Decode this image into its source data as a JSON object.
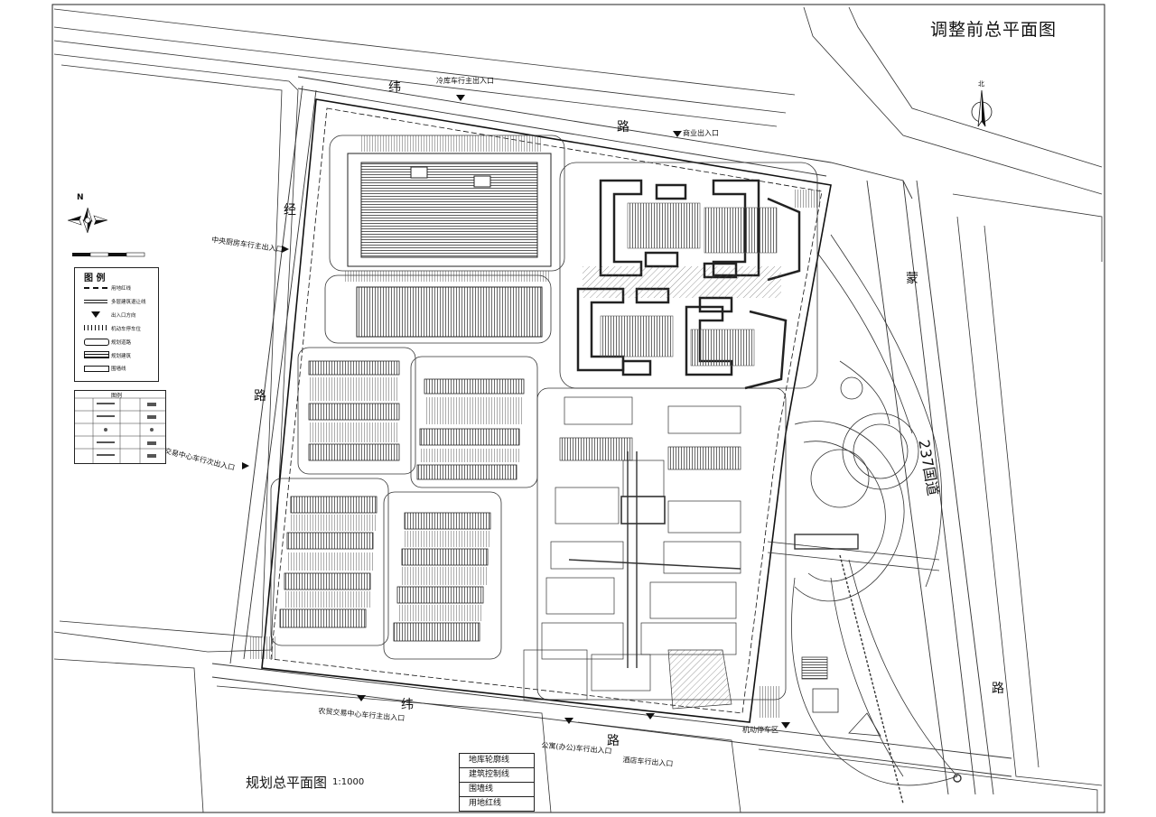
{
  "titles": {
    "before": "调整前总平面图",
    "plan": "规划总平面图",
    "scale": "1:1000"
  },
  "north_labels": {
    "compass_n": "N",
    "top_north": "北"
  },
  "roads": {
    "north_1": "纬",
    "north_2": "路",
    "west_1": "经",
    "west_2": "路",
    "south_1": "纬",
    "south_2": "路",
    "east_road": "237国道",
    "east_road_2": "路",
    "meng": "蒙"
  },
  "entrances": {
    "cold_chain": "冷库车行主出入口",
    "commercial": "商业出入口",
    "central_kitchen": "中央厨房车行主出入口",
    "trade_secondary": "农贸交易中心车行次出入口",
    "trade_main": "农贸交易中心车行主出入口",
    "office": "公寓(办公)车行出入口",
    "hotel": "酒店车行出入口",
    "parking": "机动停车区"
  },
  "legend": {
    "title": "图  例",
    "items": [
      {
        "label": "用地红线"
      },
      {
        "label": "多层建筑退让线"
      },
      {
        "label": "出入口方向"
      },
      {
        "label": "机动车停车位"
      },
      {
        "label": "规划道路"
      },
      {
        "label": "规划建筑"
      },
      {
        "label": "围墙线"
      }
    ]
  },
  "legend2": {
    "title": "图例"
  },
  "key_table": {
    "rows": [
      "地库轮廓线",
      "建筑控制线",
      "围墙线",
      "用地红线"
    ]
  },
  "colors": {
    "line": "#222222",
    "hatch": "#555555",
    "background": "#ffffff"
  }
}
